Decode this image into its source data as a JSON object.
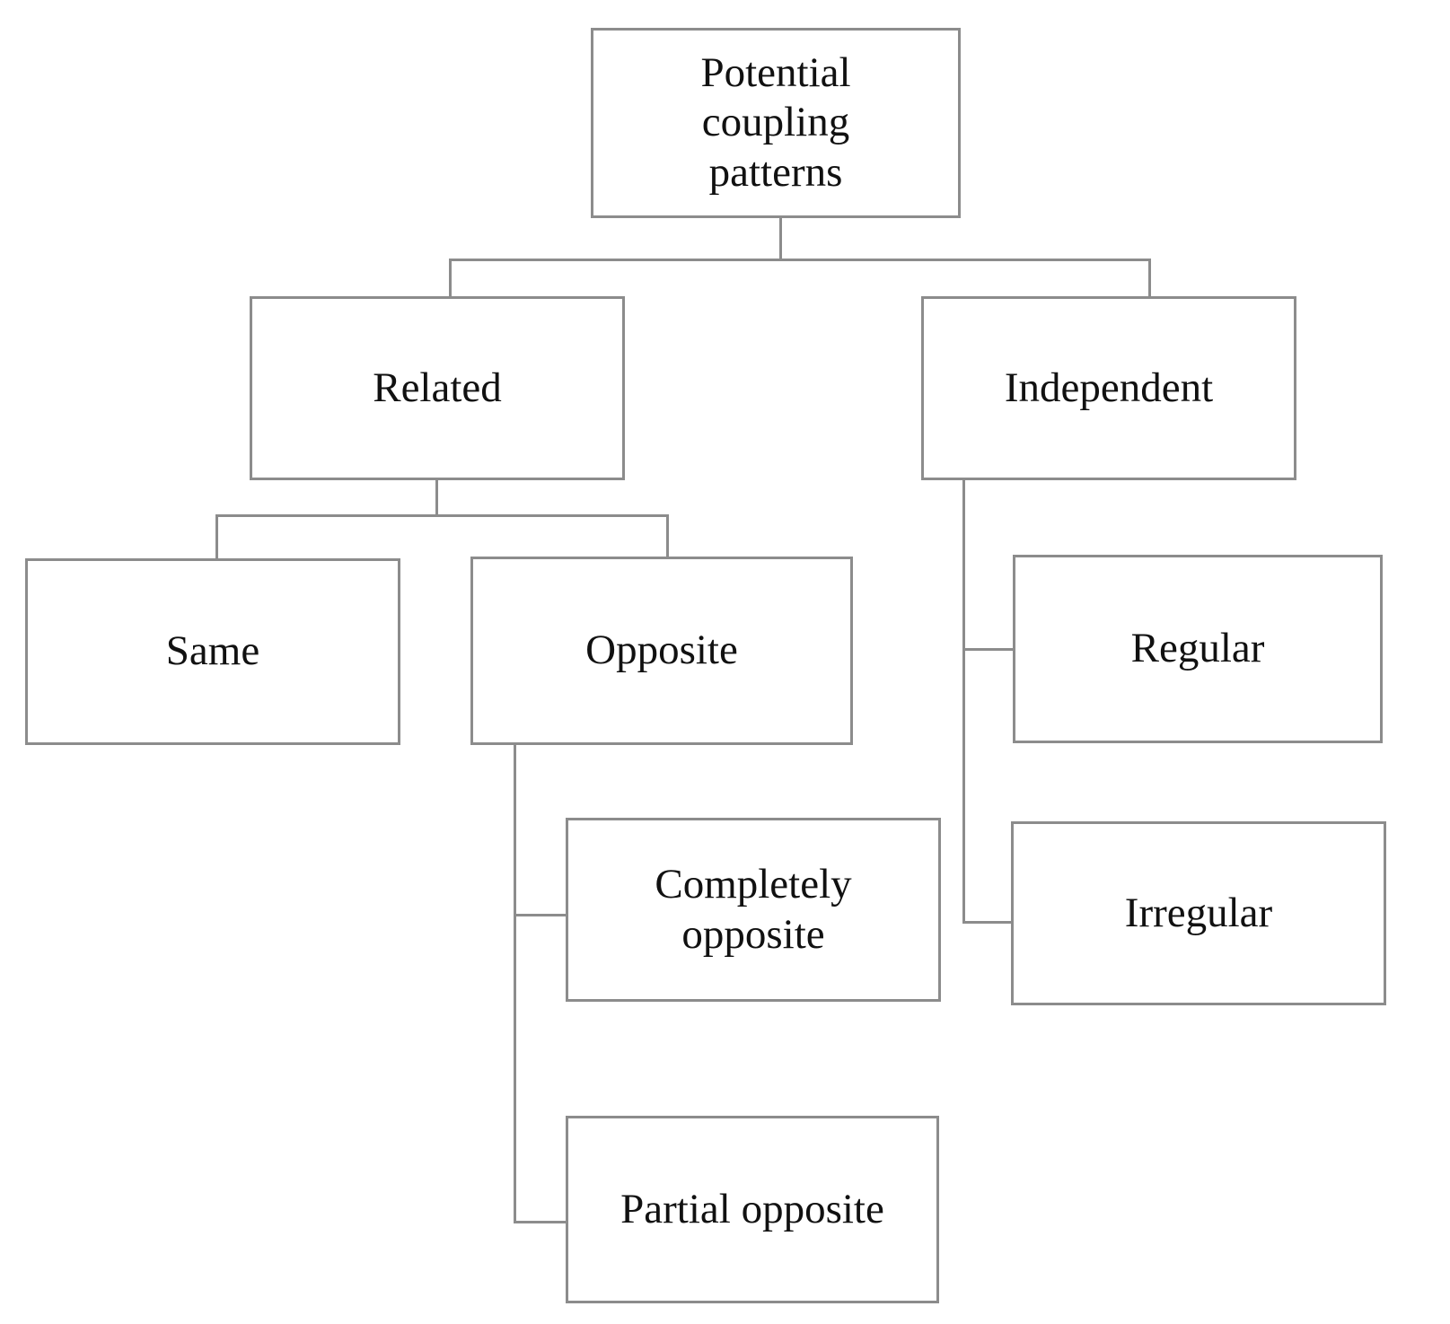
{
  "diagram": {
    "title": "Potential coupling patterns taxonomy",
    "style": {
      "box_border_color": "#8c8c8c",
      "connector_color": "#8c8c8c",
      "text_color": "#111111",
      "background_color": "#ffffff"
    },
    "nodes": {
      "root": {
        "label": "Potential\ncoupling\npatterns",
        "level": 0
      },
      "related": {
        "label": "Related",
        "level": 1
      },
      "independent": {
        "label": "Independent",
        "level": 1
      },
      "same": {
        "label": "Same",
        "level": 2
      },
      "opposite": {
        "label": "Opposite",
        "level": 2
      },
      "regular": {
        "label": "Regular",
        "level": 2
      },
      "irregular": {
        "label": "Irregular",
        "level": 2
      },
      "completely_opposite": {
        "label": "Completely\nopposite",
        "level": 3
      },
      "partial_opposite": {
        "label": "Partial  opposite",
        "level": 3
      }
    },
    "edges": [
      {
        "from": "root",
        "to": "related"
      },
      {
        "from": "root",
        "to": "independent"
      },
      {
        "from": "related",
        "to": "same"
      },
      {
        "from": "related",
        "to": "opposite"
      },
      {
        "from": "independent",
        "to": "regular"
      },
      {
        "from": "independent",
        "to": "irregular"
      },
      {
        "from": "opposite",
        "to": "completely_opposite"
      },
      {
        "from": "opposite",
        "to": "partial_opposite"
      }
    ]
  }
}
